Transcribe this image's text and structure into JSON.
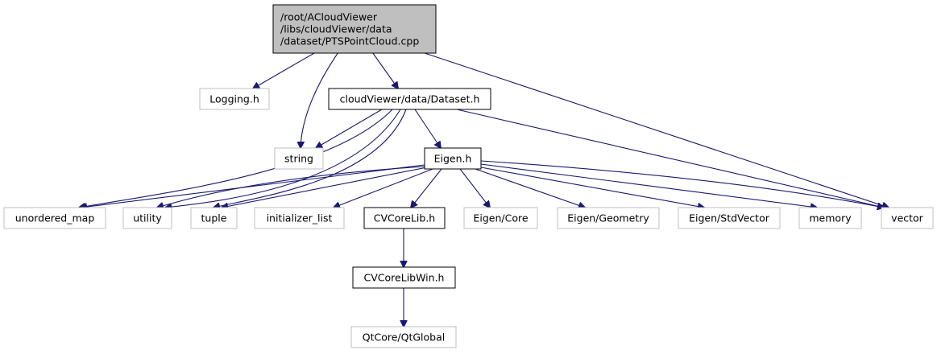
{
  "diagram": {
    "nodes": [
      {
        "id": "root",
        "lines": [
          "/root/ACloudViewer",
          "/libs/cloudViewer/data",
          "/dataset/PTSPointCloud.cpp"
        ],
        "style": "focus"
      },
      {
        "id": "logging",
        "lines": [
          "Logging.h"
        ],
        "style": "external"
      },
      {
        "id": "dataset",
        "lines": [
          "cloudViewer/data/Dataset.h"
        ],
        "style": "internal"
      },
      {
        "id": "string",
        "lines": [
          "string"
        ],
        "style": "external"
      },
      {
        "id": "eigen",
        "lines": [
          "Eigen.h"
        ],
        "style": "internal"
      },
      {
        "id": "umap",
        "lines": [
          "unordered_map"
        ],
        "style": "external"
      },
      {
        "id": "utility",
        "lines": [
          "utility"
        ],
        "style": "external"
      },
      {
        "id": "tuple",
        "lines": [
          "tuple"
        ],
        "style": "external"
      },
      {
        "id": "initlist",
        "lines": [
          "initializer_list"
        ],
        "style": "external"
      },
      {
        "id": "cvcore",
        "lines": [
          "CVCoreLib.h"
        ],
        "style": "internal"
      },
      {
        "id": "eigcore",
        "lines": [
          "Eigen/Core"
        ],
        "style": "external"
      },
      {
        "id": "eiggeo",
        "lines": [
          "Eigen/Geometry"
        ],
        "style": "external"
      },
      {
        "id": "eigstd",
        "lines": [
          "Eigen/StdVector"
        ],
        "style": "external"
      },
      {
        "id": "memory",
        "lines": [
          "memory"
        ],
        "style": "external"
      },
      {
        "id": "vector",
        "lines": [
          "vector"
        ],
        "style": "external"
      },
      {
        "id": "cvwin",
        "lines": [
          "CVCoreLibWin.h"
        ],
        "style": "internal"
      },
      {
        "id": "qtglobal",
        "lines": [
          "QtCore/QtGlobal"
        ],
        "style": "external"
      }
    ],
    "edges": [
      [
        "root",
        "logging"
      ],
      [
        "root",
        "string"
      ],
      [
        "root",
        "dataset"
      ],
      [
        "root",
        "vector"
      ],
      [
        "dataset",
        "string"
      ],
      [
        "dataset",
        "eigen"
      ],
      [
        "dataset",
        "umap"
      ],
      [
        "dataset",
        "utility"
      ],
      [
        "dataset",
        "tuple"
      ],
      [
        "dataset",
        "vector"
      ],
      [
        "eigen",
        "umap"
      ],
      [
        "eigen",
        "utility"
      ],
      [
        "eigen",
        "tuple"
      ],
      [
        "eigen",
        "initlist"
      ],
      [
        "eigen",
        "cvcore"
      ],
      [
        "eigen",
        "eigcore"
      ],
      [
        "eigen",
        "eiggeo"
      ],
      [
        "eigen",
        "eigstd"
      ],
      [
        "eigen",
        "memory"
      ],
      [
        "eigen",
        "vector"
      ],
      [
        "cvcore",
        "cvwin"
      ],
      [
        "cvwin",
        "qtglobal"
      ]
    ],
    "colors": {
      "edge": "#191970",
      "focus_fill": "#bfbfbf",
      "internal_border": "#000000",
      "external_border": "#bfbfbf",
      "fill": "#ffffff"
    }
  }
}
